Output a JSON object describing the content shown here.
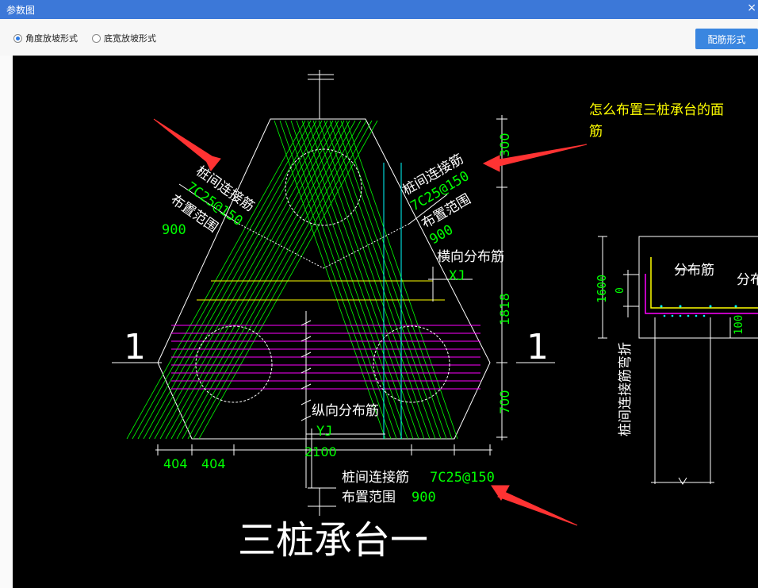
{
  "window": {
    "title": "参数图",
    "close": "×"
  },
  "toolbar": {
    "options": [
      {
        "label": "角度放坡形式",
        "selected": true
      },
      {
        "label": "底宽放坡形式",
        "selected": false
      }
    ],
    "button_label": "配筋形式"
  },
  "drawing": {
    "title": "三桩承台一",
    "section_mark_left": "1",
    "section_mark_right": "1",
    "question_line1": "怎么布置三桩承台的面",
    "question_line2": "筋",
    "left_label": {
      "name": "桩间连接筋",
      "spec": "7C25@150",
      "range_label": "布置范围",
      "range_value": "900"
    },
    "right_label": {
      "name": "桩间连接筋",
      "spec": "7C25@150",
      "range_label": "布置范围",
      "range_value": "900"
    },
    "bottom_label": {
      "name": "桩间连接筋",
      "spec": "7C25@150",
      "range_label": "布置范围",
      "range_value": "900"
    },
    "horizontal_dist": "横向分布筋",
    "xj": "XJ",
    "vertical_dist": "纵向分布筋",
    "yj": "YJ",
    "dims": {
      "top": "300",
      "mid": "1818",
      "bottom": "700",
      "width": "2100",
      "left1": "404",
      "left2": "404"
    },
    "section": {
      "dist1": "分布筋",
      "dist2": "分布",
      "dim_h": "1600",
      "dim_0": "0",
      "dim_100": "100",
      "bend_label": "桩间连接筋弯折"
    }
  },
  "colors": {
    "accent": "#3c78d8",
    "button": "#3a86e0",
    "green": "#00ff00",
    "yellow": "#ffff00",
    "magenta": "#ff00ff",
    "cyan": "#00ffff",
    "arrow": "#ff3333"
  }
}
